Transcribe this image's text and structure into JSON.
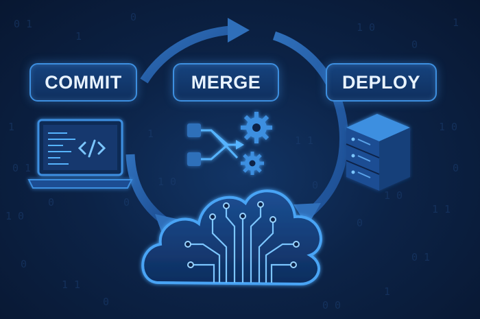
{
  "stages": {
    "commit": "COMMIT",
    "merge": "MERGE",
    "deploy": "DEPLOY"
  },
  "icons": {
    "commit": "laptop-code-icon",
    "merge": "merge-gears-icon",
    "deploy": "server-rack-icon",
    "center": "cloud-circuit-icon"
  },
  "colors": {
    "background": "#0c2347",
    "accent": "#3d8fe0",
    "glow": "#56b4ff",
    "label_text": "#e8f3ff"
  }
}
